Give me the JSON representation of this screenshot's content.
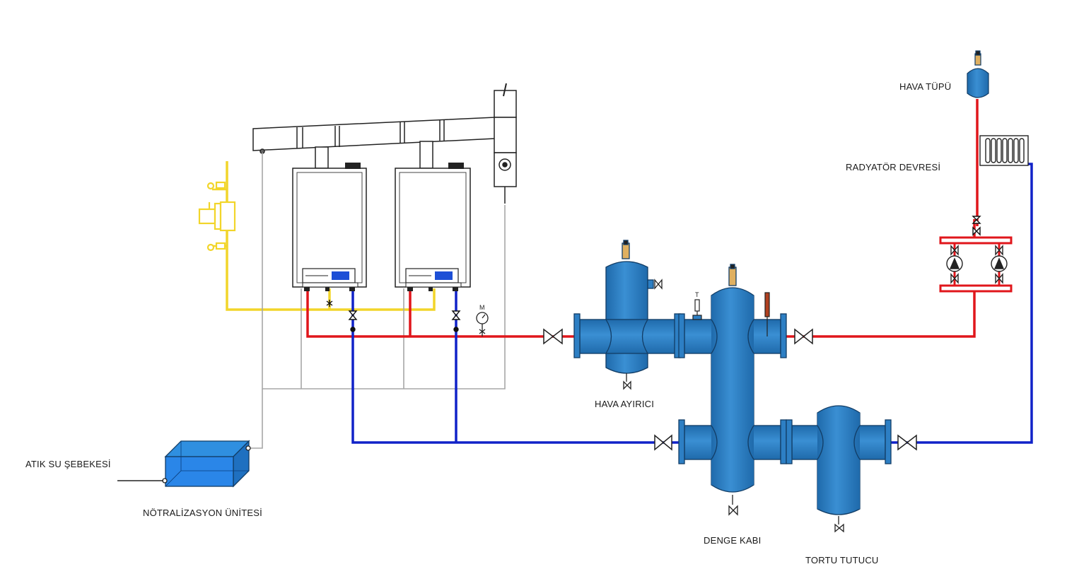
{
  "labels": {
    "hava_tupu": "HAVA TÜPÜ",
    "radyator_devresi": "RADYATÖR DEVRESİ",
    "hava_ayirici": "HAVA AYIRICI",
    "denge_kabi": "DENGE KABI",
    "tortu_tutucu": "TORTU TUTUCU",
    "atik_su": "ATIK SU ŞEBEKESİ",
    "notralizasyon": "NÖTRALİZASYON ÜNİTESİ",
    "manometer_letter": "M",
    "thermo_letter": "T"
  },
  "colors": {
    "supply": "#e0161b",
    "return": "#1022c8",
    "gas": "#f2d52a",
    "drain": "#a7a7a7",
    "vessel": "#2d7fc4",
    "vessel_dark": "#1b5a94",
    "boiler_display": "#1d4fd6"
  },
  "icons": [
    "valve-icon",
    "pump-icon",
    "manometer-icon",
    "thermometer-icon",
    "radiator-icon",
    "flue-icon"
  ]
}
